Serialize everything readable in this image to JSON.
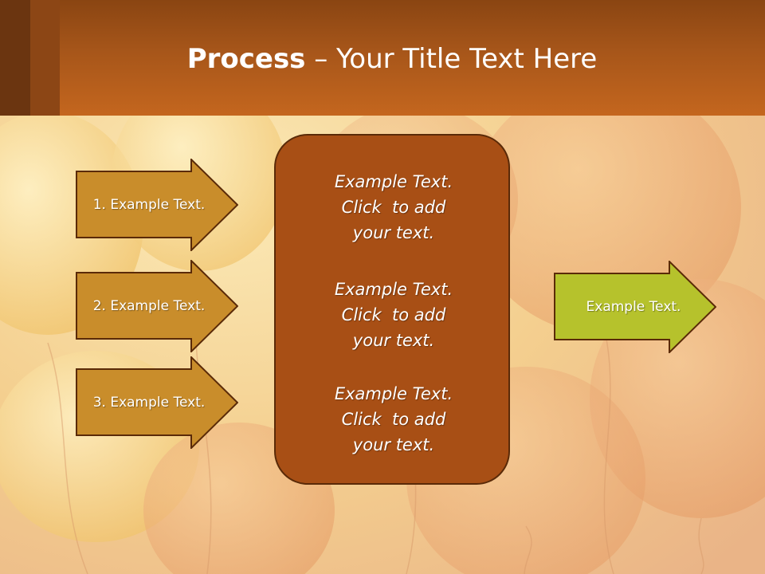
{
  "slide": {
    "title_bold": "Process",
    "title_rest": " – Your Title Text Here"
  },
  "left_arrows": [
    {
      "label": "1. Example Text."
    },
    {
      "label": "2. Example Text."
    },
    {
      "label": "3. Example Text."
    }
  ],
  "center_box": {
    "blocks": [
      {
        "lines": [
          "Example Text.",
          "Click  to add",
          "your text."
        ]
      },
      {
        "lines": [
          "Example Text.",
          "Click  to add",
          "your text."
        ]
      },
      {
        "lines": [
          "Example Text.",
          "Click  to add",
          "your text."
        ]
      }
    ]
  },
  "right_arrow": {
    "label": "Example Text."
  },
  "colors": {
    "header": "#c4661e",
    "left_arrow_fill": "#c98d2b",
    "center_box_fill": "#a84f15",
    "right_arrow_fill": "#b6c22c",
    "outline": "#5a2a08"
  }
}
